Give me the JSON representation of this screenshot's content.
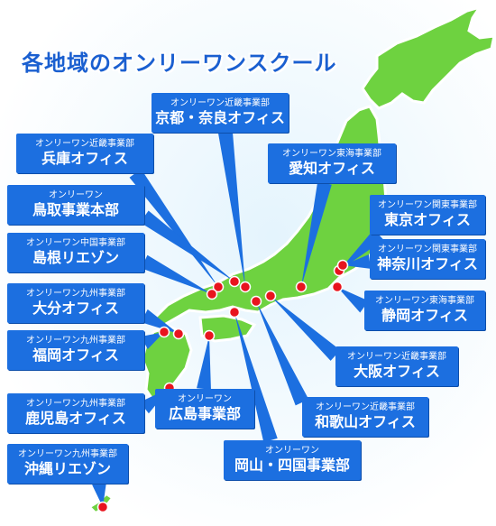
{
  "title": "各地域のオンリーワンスクール",
  "colors": {
    "sea": "#d6eefc",
    "land": "#6ed240",
    "land_outline": "#ffffff",
    "box": "#1c6fe0",
    "connector": "#1c6fe0",
    "dot": "#e8141e",
    "text": "#ffffff",
    "title": "#1a5fd0"
  },
  "offices": [
    {
      "sub": "オンリーワン近畿事業部",
      "name": "京都・奈良オフィス"
    },
    {
      "sub": "オンリーワン近畿事業部",
      "name": "兵庫オフィス"
    },
    {
      "sub": "オンリーワン東海事業部",
      "name": "愛知オフィス"
    },
    {
      "sub": "オンリーワン",
      "name": "鳥取事業本部"
    },
    {
      "sub": "オンリーワン関東事業部",
      "name": "東京オフィス"
    },
    {
      "sub": "オンリーワン中国事業部",
      "name": "島根リエゾン"
    },
    {
      "sub": "オンリーワン関東事業部",
      "name": "神奈川オフィス"
    },
    {
      "sub": "オンリーワン九州事業部",
      "name": "大分オフィス"
    },
    {
      "sub": "オンリーワン東海事業部",
      "name": "静岡オフィス"
    },
    {
      "sub": "オンリーワン九州事業部",
      "name": "福岡オフィス"
    },
    {
      "sub": "オンリーワン近畿事業部",
      "name": "大阪オフィス"
    },
    {
      "sub": "オンリーワン九州事業部",
      "name": "鹿児島オフィス"
    },
    {
      "sub": "オンリーワン",
      "name": "広島事業部"
    },
    {
      "sub": "オンリーワン近畿事業部",
      "name": "和歌山オフィス"
    },
    {
      "sub": "オンリーワン九州事業部",
      "name": "沖縄リエゾン"
    },
    {
      "sub": "オンリーワン",
      "name": "岡山・四国事業部"
    }
  ]
}
